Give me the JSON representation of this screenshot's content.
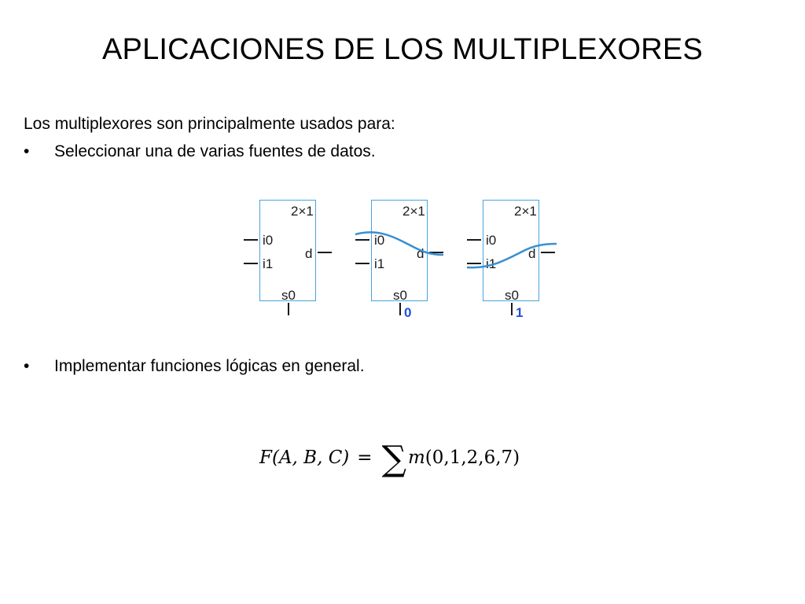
{
  "slide": {
    "title": "APLICACIONES DE LOS MULTIPLEXORES",
    "intro": "Los multiplexores son principalmente usados  para:",
    "bullets": [
      {
        "marker": "•",
        "text": "Seleccionar una de varias fuentes de datos."
      },
      {
        "marker": "•",
        "text": "Implementar funciones lógicas en general."
      }
    ]
  },
  "diagram": {
    "muxes": [
      {
        "type": "2×1",
        "inputs": [
          "i0",
          "i1"
        ],
        "output": "d",
        "select": "s0",
        "select_value": "",
        "routed_input": "none"
      },
      {
        "type": "2×1",
        "inputs": [
          "i0",
          "i1"
        ],
        "output": "d",
        "select": "s0",
        "select_value": "0",
        "routed_input": "i0"
      },
      {
        "type": "2×1",
        "inputs": [
          "i0",
          "i1"
        ],
        "output": "d",
        "select": "s0",
        "select_value": "1",
        "routed_input": "i1"
      }
    ],
    "colors": {
      "box_border": "#4aa3df",
      "route_line": "#3a8fd0",
      "select_value": "#1f4fd6"
    }
  },
  "formula": {
    "lhs_fn": "F",
    "lhs_args": "(A, B, C)",
    "equals": "=",
    "sigma": "∑",
    "m": "m",
    "minterms": "(0,1,2,6,7)"
  }
}
